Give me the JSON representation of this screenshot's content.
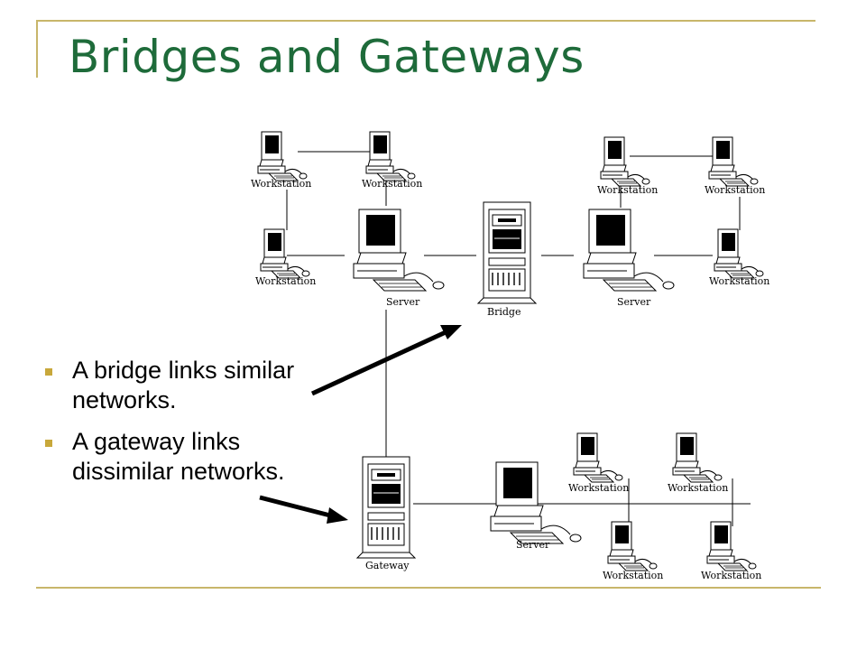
{
  "slide": {
    "title": "Bridges and Gateways",
    "accent_color": "#1e6b3a",
    "frame_color": "#c8b66a",
    "bullet_color": "#c8a83b"
  },
  "bullets": [
    {
      "text": "A bridge links similar networks."
    },
    {
      "text": "A gateway links dissimilar networks."
    }
  ],
  "diagram": {
    "device_labels": {
      "workstation": "Workstation",
      "server": "Server",
      "bridge": "Bridge",
      "gateway": "Gateway"
    },
    "icons": [
      "workstation-icon",
      "server-icon",
      "tower-icon",
      "arrow-icon"
    ]
  }
}
